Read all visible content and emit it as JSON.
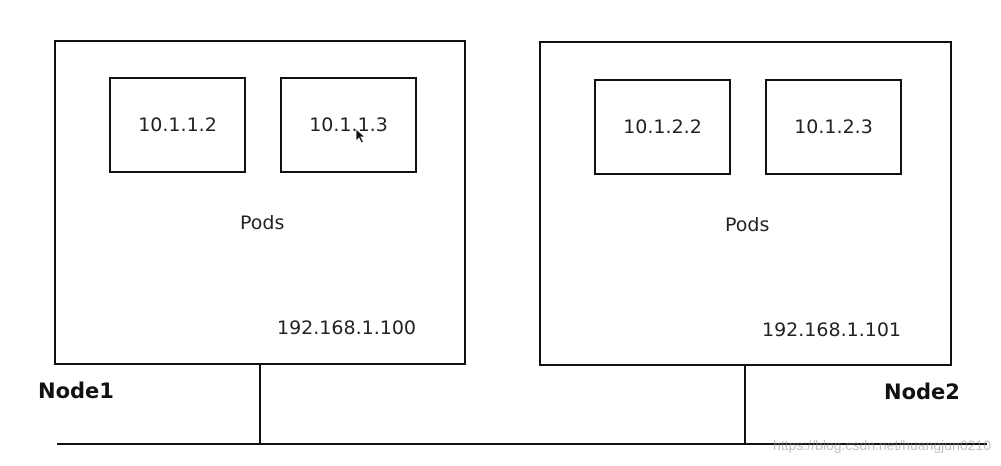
{
  "nodes": [
    {
      "name": "Node1",
      "ip": "192.168.1.100",
      "pods_label": "Pods",
      "pods": [
        "10.1.1.2",
        "10.1.1.3"
      ]
    },
    {
      "name": "Node2",
      "ip": "192.168.1.101",
      "pods_label": "Pods",
      "pods": [
        "10.1.2.2",
        "10.1.2.3"
      ]
    }
  ],
  "watermark": "https://blog.csdn.net/huangjun0210",
  "colors": {
    "stroke": "#111111",
    "text": "#222222",
    "background": "#ffffff"
  },
  "icons": {
    "cursor": "mouse-pointer-icon"
  }
}
